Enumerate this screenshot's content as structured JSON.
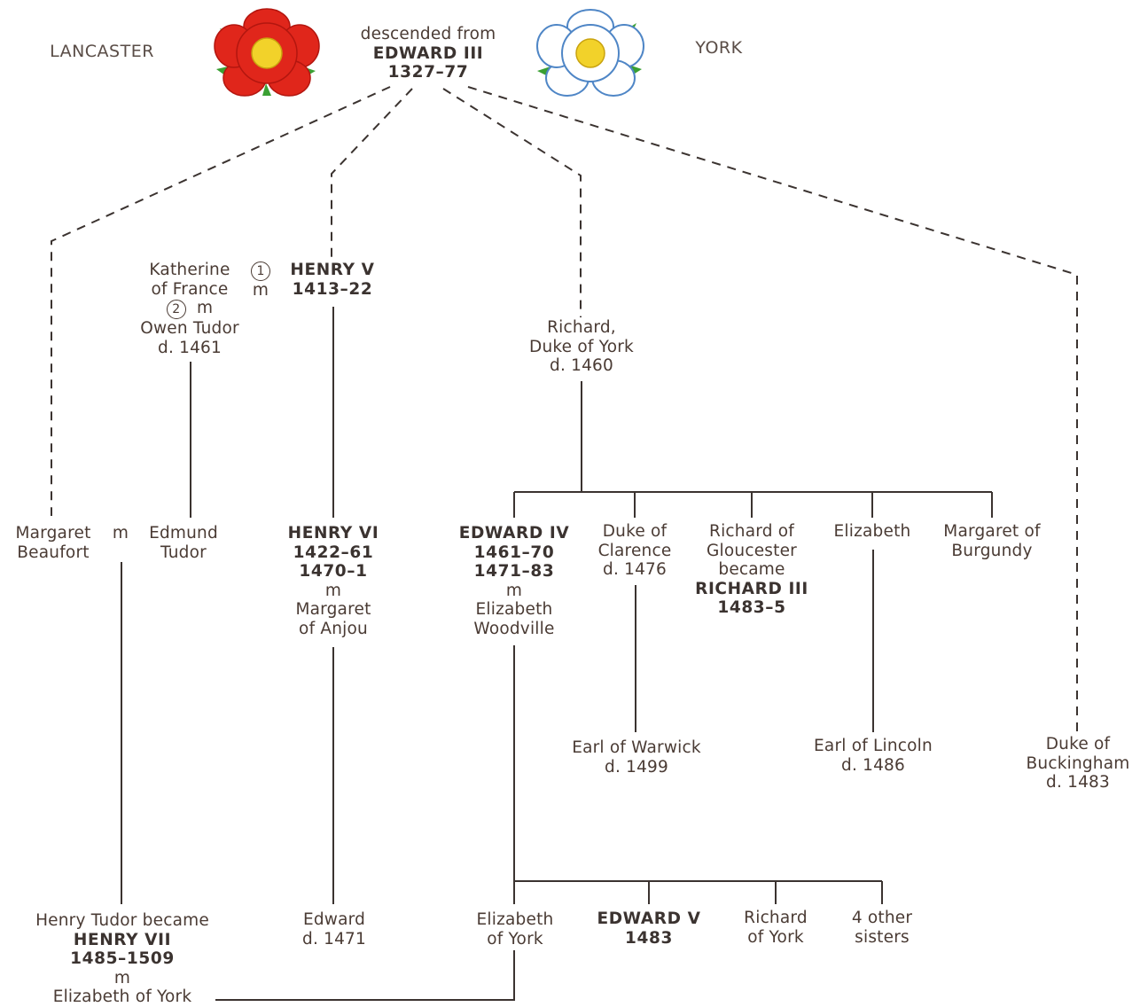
{
  "houses": {
    "lancaster": "LANCASTER",
    "york": "YORK"
  },
  "colors": {
    "lancaster_rose": "#e0261b",
    "york_rose": "#ffffff",
    "rose_center": "#f2d22a",
    "leaf": "#3aa033",
    "line": "#3b3330"
  },
  "root": {
    "line1": "descended from",
    "line2": "EDWARD III",
    "line3": "1327–77"
  },
  "henry_v": {
    "name": "HENRY V",
    "dates": "1413–22",
    "m": "m",
    "order1": "1"
  },
  "katherine": {
    "line1": "Katherine",
    "line2": "of France",
    "order2": "2",
    "m": "m",
    "line3": "Owen Tudor",
    "line4": "d. 1461"
  },
  "richard_duke": {
    "line1": "Richard,",
    "line2": "Duke of York",
    "line3": "d. 1460"
  },
  "margaret_beaufort": {
    "line1": "Margaret",
    "line2": "Beaufort",
    "m": "m"
  },
  "edmund_tudor": {
    "line1": "Edmund",
    "line2": "Tudor"
  },
  "henry_vi": {
    "name": "HENRY VI",
    "dates1": "1422–61",
    "dates2": "1470–1",
    "m": "m",
    "spouse1": "Margaret",
    "spouse2": "of Anjou"
  },
  "edward_iv": {
    "name": "EDWARD IV",
    "dates1": "1461–70",
    "dates2": "1471–83",
    "m": "m",
    "spouse1": "Elizabeth",
    "spouse2": "Woodville"
  },
  "clarence": {
    "line1": "Duke of",
    "line2": "Clarence",
    "line3": "d. 1476"
  },
  "gloucester": {
    "line1": "Richard of",
    "line2": "Gloucester",
    "line3": "became",
    "name": "RICHARD III",
    "dates": "1483–5"
  },
  "elizabeth": {
    "line1": "Elizabeth"
  },
  "margaret_burgundy": {
    "line1": "Margaret of",
    "line2": "Burgundy"
  },
  "warwick": {
    "line1": "Earl of Warwick",
    "line2": "d. 1499"
  },
  "lincoln": {
    "line1": "Earl of Lincoln",
    "line2": "d. 1486"
  },
  "buckingham": {
    "line1": "Duke of",
    "line2": "Buckingham",
    "line3": "d. 1483"
  },
  "henry_vii": {
    "line1": "Henry Tudor became",
    "name": "HENRY VII",
    "dates": "1485–1509",
    "m": "m",
    "spouse": "Elizabeth of York"
  },
  "edward_son": {
    "line1": "Edward",
    "line2": "d. 1471"
  },
  "elizabeth_york": {
    "line1": "Elizabeth",
    "line2": "of York"
  },
  "edward_v": {
    "name": "EDWARD V",
    "dates": "1483"
  },
  "richard_york": {
    "line1": "Richard",
    "line2": "of York"
  },
  "sisters": {
    "line1": "4 other",
    "line2": "sisters"
  }
}
